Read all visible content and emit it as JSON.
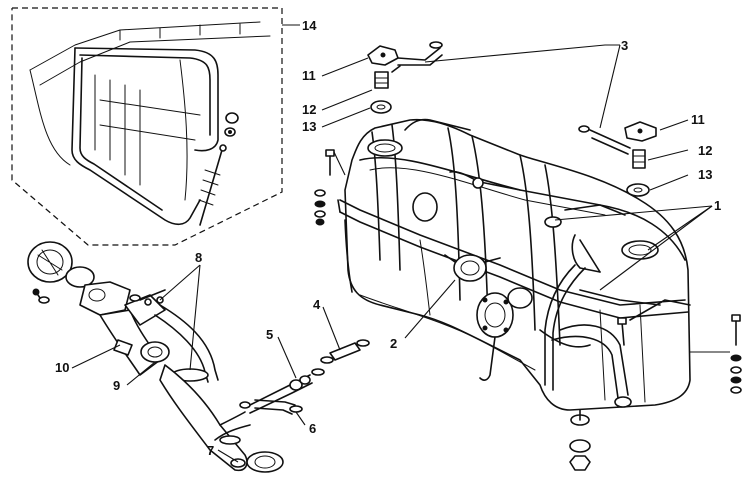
{
  "callouts": {
    "c1": "1",
    "c2": "2",
    "c3": "3",
    "c4": "4",
    "c5": "5",
    "c6": "6",
    "c7": "7",
    "c8": "8",
    "c9": "9",
    "c10": "10",
    "c11a": "11",
    "c11b": "11",
    "c12a": "12",
    "c12b": "12",
    "c13a": "13",
    "c13b": "13",
    "c14": "14"
  }
}
